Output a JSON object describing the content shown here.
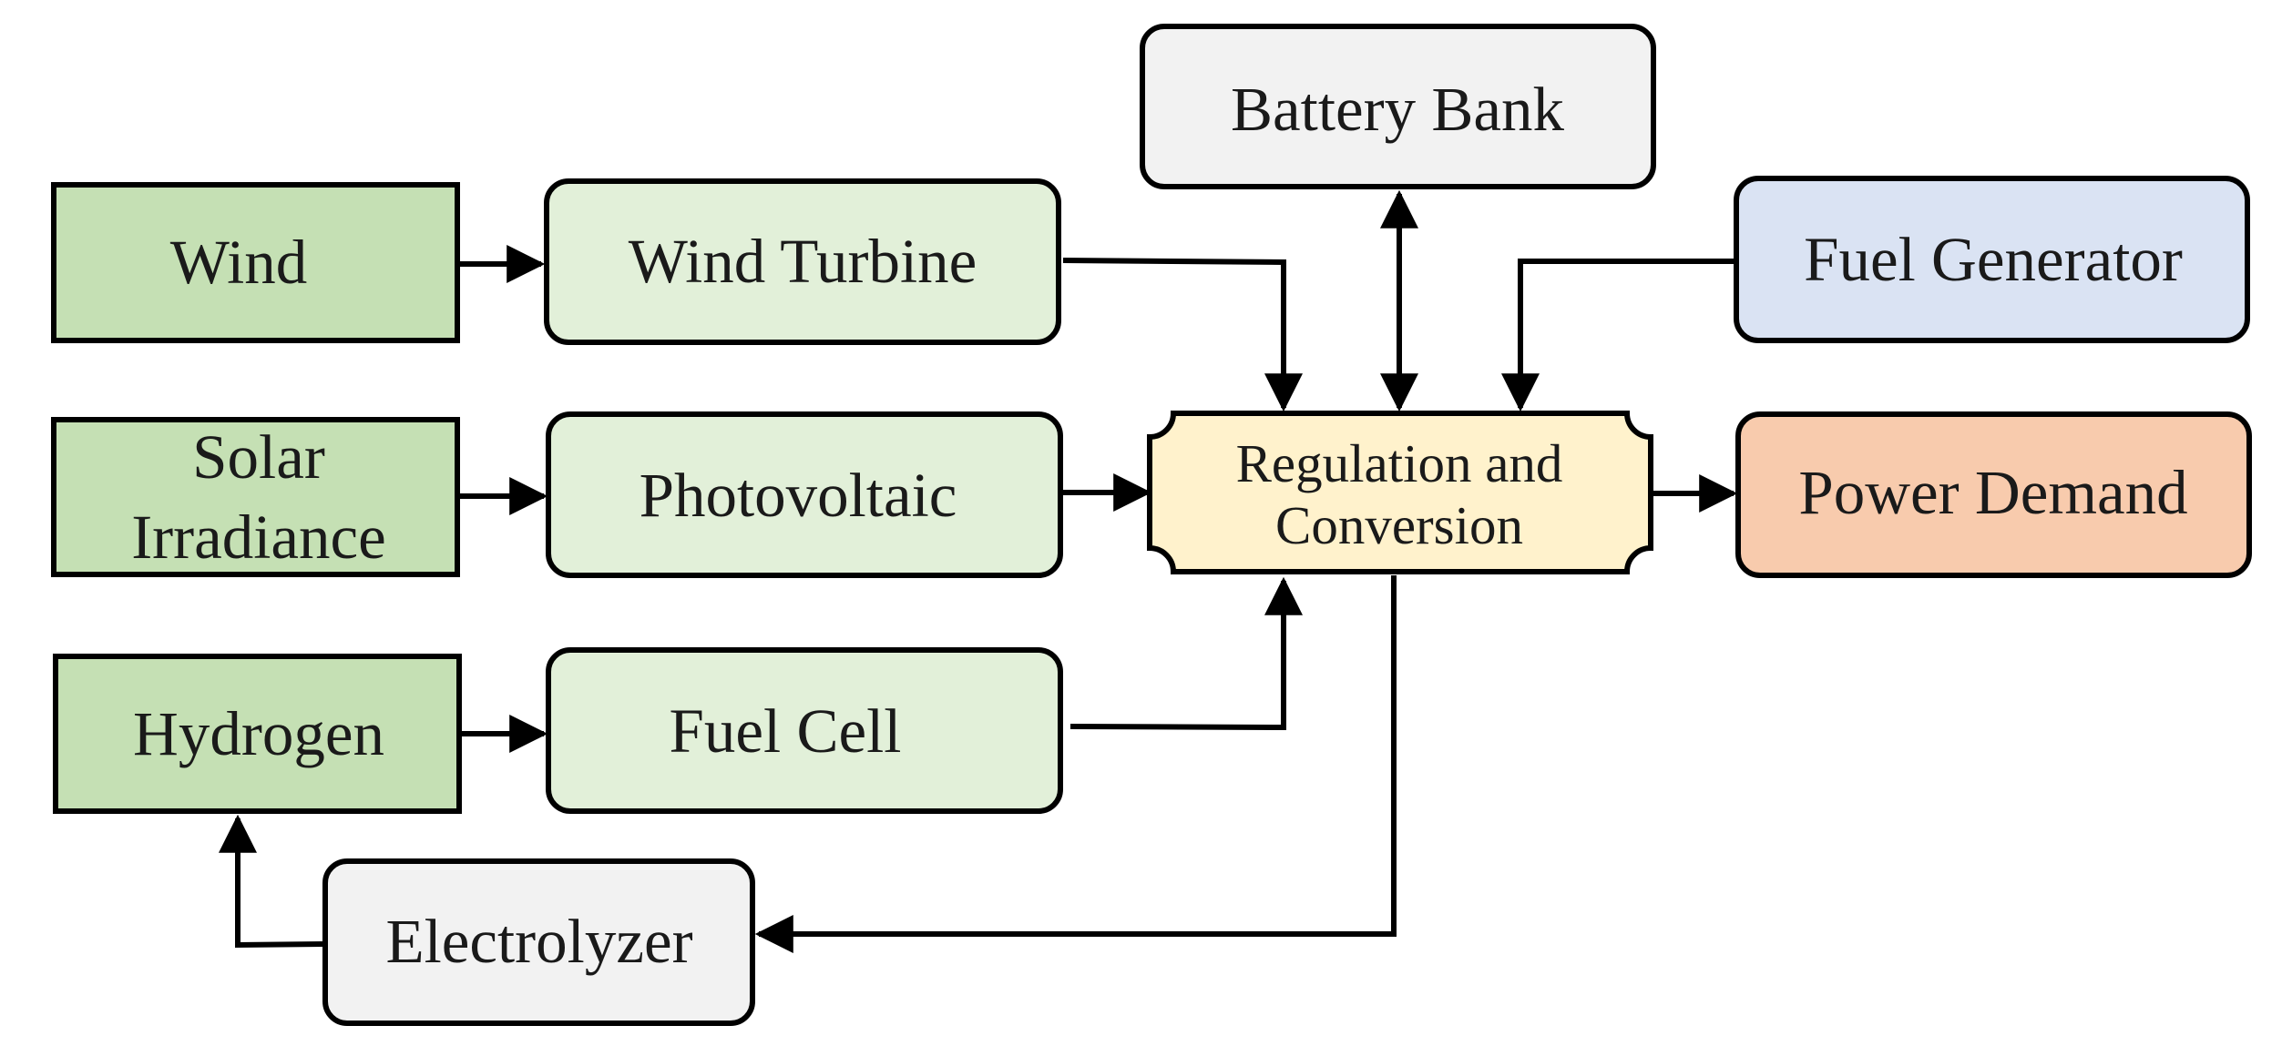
{
  "nodes": {
    "wind": {
      "label": "Wind"
    },
    "solar": {
      "lines": [
        "Solar",
        "Irradiance"
      ]
    },
    "hydrogen": {
      "label": "Hydrogen"
    },
    "wind_turbine": {
      "label": "Wind Turbine"
    },
    "photovoltaic": {
      "label": "Photovoltaic"
    },
    "fuel_cell": {
      "label": "Fuel Cell"
    },
    "electrolyzer": {
      "label": "Electrolyzer"
    },
    "battery_bank": {
      "label": "Battery Bank"
    },
    "regulation": {
      "lines": [
        "Regulation and",
        "Conversion"
      ]
    },
    "fuel_generator": {
      "label": "Fuel Generator"
    },
    "power_demand": {
      "label": "Power Demand"
    }
  },
  "edges": [
    {
      "from": "wind",
      "to": "wind_turbine"
    },
    {
      "from": "solar",
      "to": "photovoltaic"
    },
    {
      "from": "hydrogen",
      "to": "fuel_cell"
    },
    {
      "from": "wind_turbine",
      "to": "regulation"
    },
    {
      "from": "photovoltaic",
      "to": "regulation"
    },
    {
      "from": "fuel_cell",
      "to": "regulation"
    },
    {
      "from": "battery_bank",
      "to": "regulation",
      "bidirectional": true
    },
    {
      "from": "fuel_generator",
      "to": "regulation"
    },
    {
      "from": "regulation",
      "to": "power_demand"
    },
    {
      "from": "regulation",
      "to": "electrolyzer"
    },
    {
      "from": "electrolyzer",
      "to": "hydrogen"
    }
  ],
  "colors": {
    "source_fill": "#c5e0b4",
    "converter_fill": "#e2f0d9",
    "neutral_fill": "#f2f2f2",
    "generator_fill": "#dae3f3",
    "regulation_fill": "#fff2cc",
    "demand_fill": "#f8cbad",
    "stroke": "#000000"
  }
}
